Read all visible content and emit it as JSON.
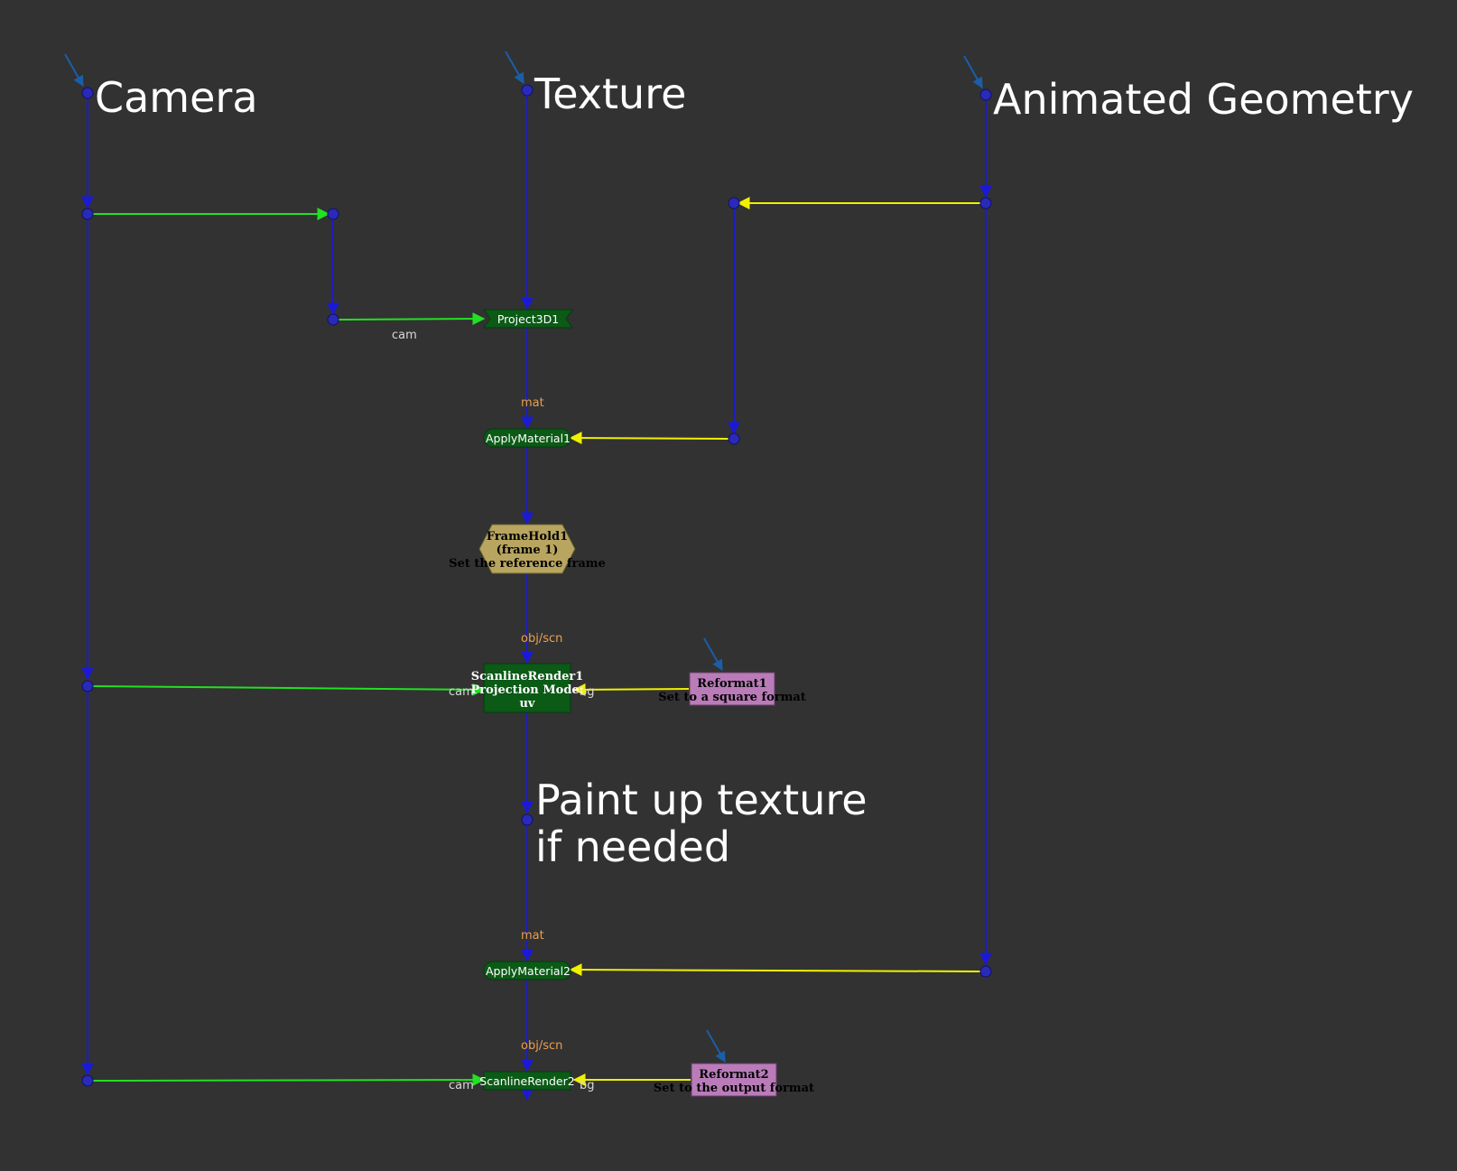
{
  "backdrops": {
    "camera": "Camera",
    "texture": "Texture",
    "geometry": "Animated Geometry",
    "paint_line1": "Paint up texture",
    "paint_line2": "if needed"
  },
  "nodes": {
    "project3d": "Project3D1",
    "apply1": "ApplyMaterial1",
    "framehold_name": "FrameHold1",
    "framehold_frame": "(frame 1)",
    "framehold_note": "Set the reference frame",
    "scan1_name": "ScanlineRender1",
    "scan1_line2": "Projection Mode:",
    "scan1_line3": "uv",
    "reformat1_name": "Reformat1",
    "reformat1_note": "Set to a square format",
    "apply2": "ApplyMaterial2",
    "scan2": "ScanlineRender2",
    "reformat2_name": "Reformat2",
    "reformat2_note": "Set to the output format"
  },
  "pipe_labels": {
    "cam_project": "cam",
    "mat1": "mat",
    "objscn1": "obj/scn",
    "cam_scan1": "cam",
    "bg_scan1": "bg",
    "mat2": "mat",
    "objscn2": "obj/scn",
    "cam_scan2": "cam",
    "bg_scan2": "bg"
  },
  "colors": {
    "background": "#323232",
    "pipe_blue": "#1a1ad6",
    "pipe_green": "#22e022",
    "pipe_yellow": "#f0f000",
    "dot": "#2a2ab8",
    "label_orange": "#e8a050",
    "node_green": "#0b5a16",
    "node_hold": "#b8a560",
    "node_reformat": "#b97cb9"
  }
}
